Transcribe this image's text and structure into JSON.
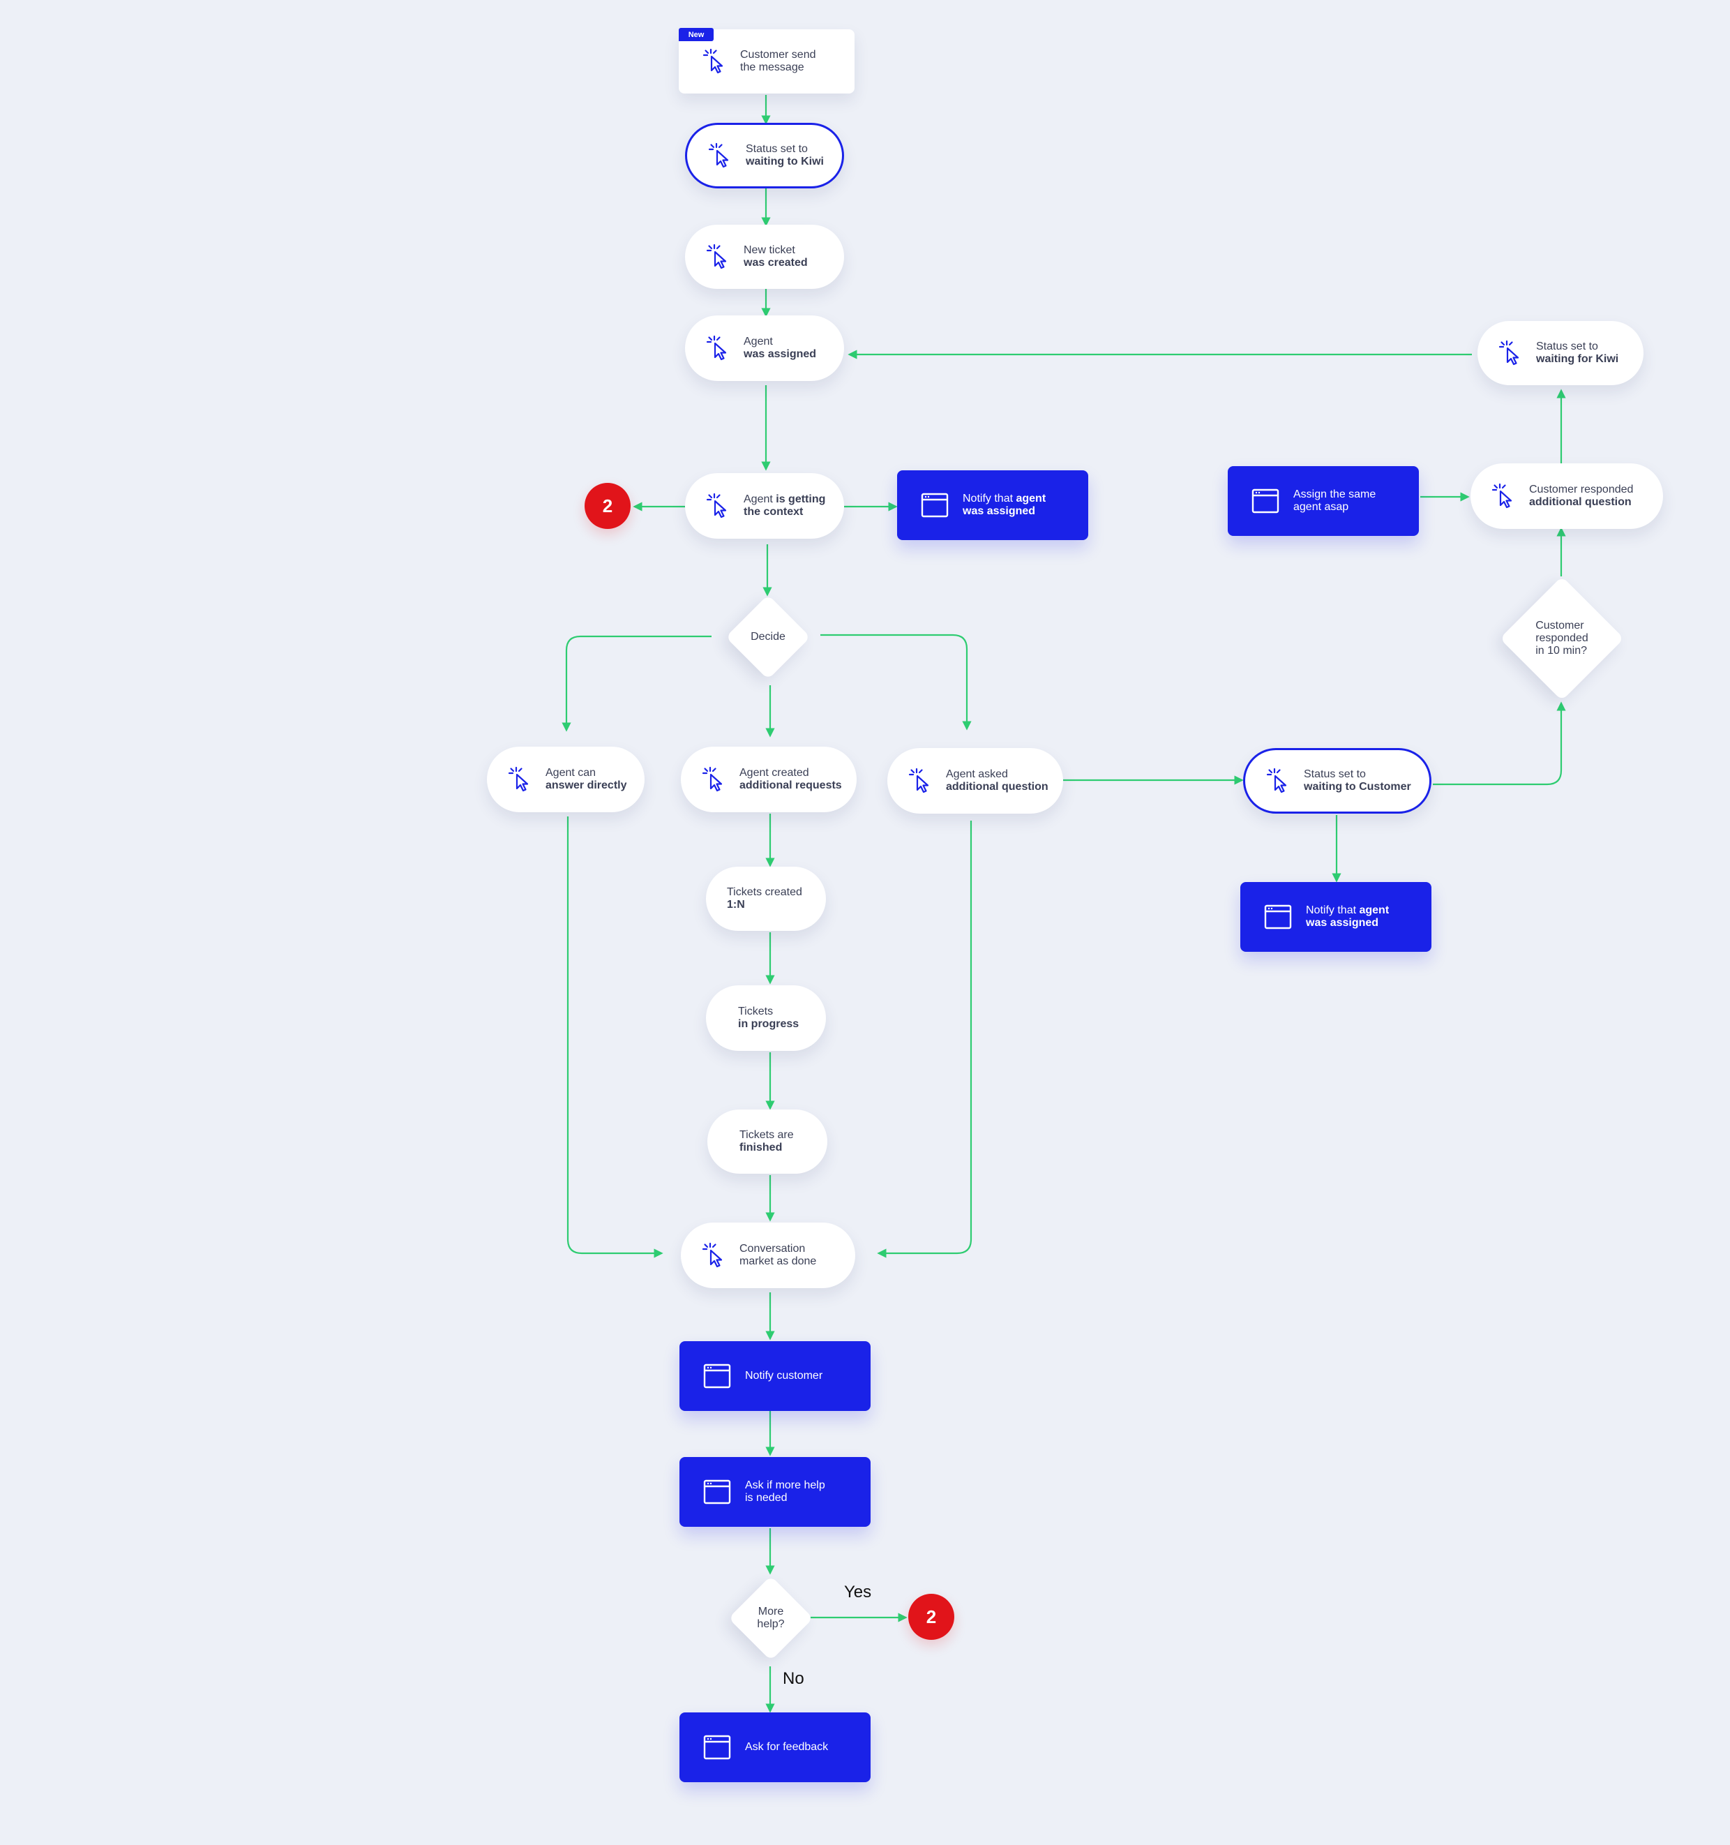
{
  "start": {
    "tag": "New",
    "line1": "Customer send",
    "line2": "the message"
  },
  "status_waiting_kiwi": {
    "line1": "Status set to",
    "line2": "waiting to Kiwi"
  },
  "new_ticket": {
    "line1": "New ticket",
    "line2": "was created"
  },
  "agent_assigned": {
    "line1": "Agent",
    "line2": "was assigned"
  },
  "agent_context": {
    "pre": "Agent ",
    "bold1": "is getting",
    "bold2": "the context"
  },
  "notify_agent_1": {
    "pre": "Notify that ",
    "bold1": "agent",
    "bold2": "was assigned"
  },
  "badge_left": {
    "value": "2"
  },
  "decide": {
    "label": "Decide"
  },
  "answer_directly": {
    "line1": "Agent can",
    "line2": "answer directly"
  },
  "additional_requests": {
    "line1": "Agent created",
    "line2": "additional requests"
  },
  "additional_question": {
    "line1": "Agent asked",
    "line2": "additional question"
  },
  "tickets_created": {
    "line1": "Tickets created",
    "line2": "1:N"
  },
  "tickets_progress": {
    "line1": "Tickets",
    "line2": "in progress"
  },
  "tickets_finished": {
    "line1": "Tickets are",
    "line2": "finished"
  },
  "conversation_done": {
    "line1": "Conversation",
    "line2": "market as done"
  },
  "notify_customer": {
    "label": "Notify customer"
  },
  "ask_more_help": {
    "line1": "Ask if more help",
    "line2": "is neded"
  },
  "more_help": {
    "line1": "More",
    "line2": "help?"
  },
  "yes_label": "Yes",
  "no_label": "No",
  "badge_bottom": {
    "value": "2"
  },
  "ask_feedback": {
    "label": "Ask for feedback"
  },
  "status_waiting_customer": {
    "line1": "Status set to",
    "line2": "waiting to Customer"
  },
  "notify_agent_2": {
    "pre": "Notify that ",
    "bold1": "agent",
    "bold2": "was assigned"
  },
  "customer_10min": {
    "line1": "Customer",
    "line2": "responded",
    "line3": "in 10 min?"
  },
  "customer_responded": {
    "line1": "Customer responded",
    "line2": "additional question"
  },
  "assign_same": {
    "line1": "Assign the same",
    "line2": "agent asap"
  },
  "status_waiting_for_kiwi": {
    "line1": "Status set to",
    "line2": "waiting for Kiwi"
  },
  "colors": {
    "accent": "#1a22e8",
    "connector": "#2ecc71",
    "badge": "#e1141a",
    "background": "#edf0f7"
  },
  "icons": {
    "action": "cursor-click-icon",
    "screen": "browser-window-icon"
  }
}
